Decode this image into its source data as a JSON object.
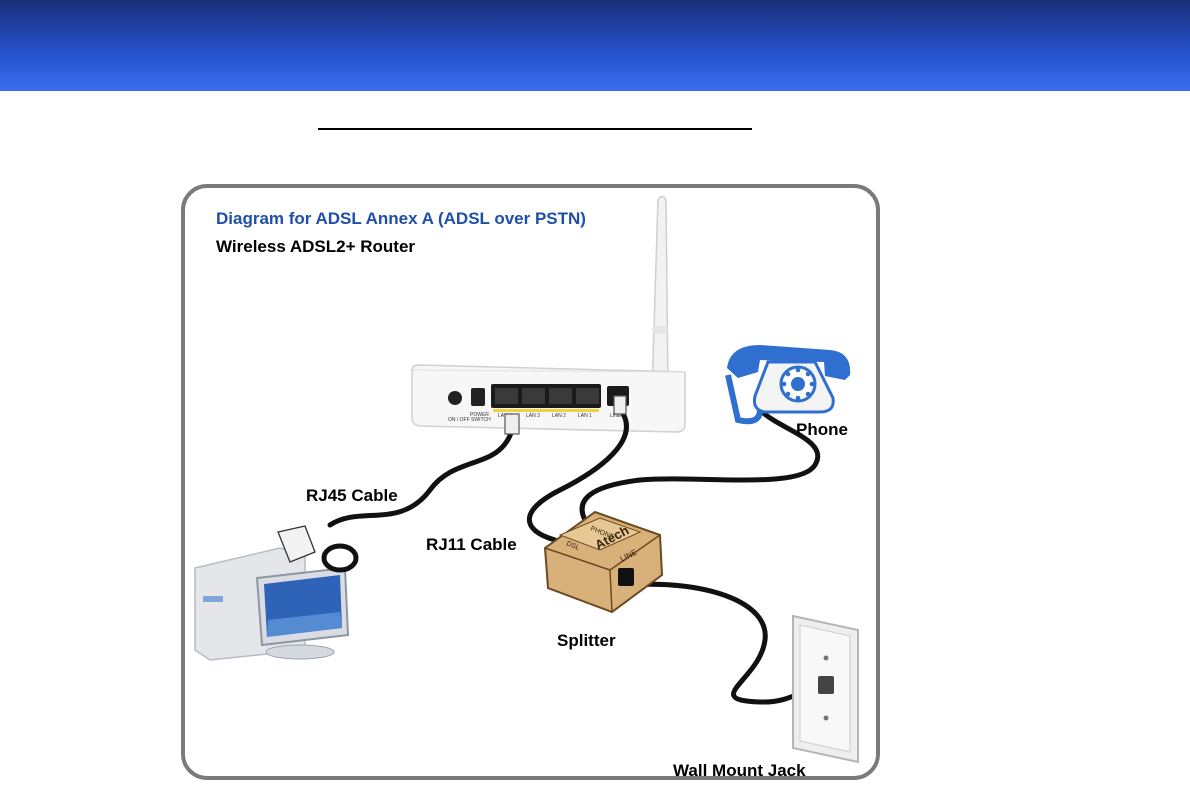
{
  "diagram": {
    "title": "Diagram for ADSL Annex A (ADSL over PSTN)",
    "subtitle": "Wireless ADSL2+ Router",
    "router_ports": [
      "ON / OFF SWITCH",
      "POWER",
      "LAN 4",
      "LAN 3",
      "LAN 2",
      "LAN 1",
      "LINE"
    ],
    "splitter_ports": [
      "PHONE",
      "DSL",
      "LINE"
    ],
    "splitter_brand": "Atech",
    "labels": {
      "rj45": "RJ45 Cable",
      "rj11": "RJ11 Cable",
      "phone": "Phone",
      "splitter": "Splitter",
      "wall_jack": "Wall Mount Jack"
    }
  },
  "colors": {
    "header_top": "#1a2f78",
    "header_bottom": "#3a6ef0",
    "title": "#1f4fa8",
    "frame_border": "#7a7a7a",
    "phone_blue": "#2f6fd0",
    "splitter_tan": "#d8b07a"
  }
}
